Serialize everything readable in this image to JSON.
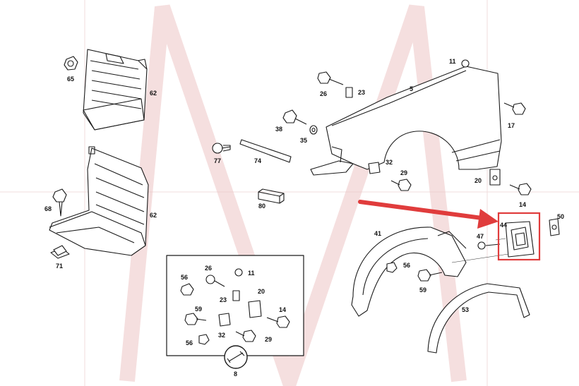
{
  "diagram": {
    "watermark_text": "M",
    "labels": {
      "l65": "65",
      "l62a": "62",
      "l62b": "62",
      "l68": "68",
      "l71": "71",
      "l77": "77",
      "l74": "74",
      "l80": "80",
      "l26": "26",
      "l23": "23",
      "l5": "5",
      "l11": "11",
      "l17": "17",
      "l38": "38",
      "l35": "35",
      "l32": "32",
      "l29": "29",
      "l20": "20",
      "l14": "14",
      "l50": "50",
      "l44": "44",
      "l47": "47",
      "l41": "41",
      "l56": "56",
      "l59": "59",
      "l53": "53",
      "k56a": "56",
      "k26": "26",
      "k11": "11",
      "k23": "23",
      "k20": "20",
      "k59": "59",
      "k14": "14",
      "k32": "32",
      "k29": "29",
      "k56b": "56",
      "k8": "8"
    },
    "highlight_color": "#e03c3c",
    "watermark_color": "#e8b8b8"
  }
}
